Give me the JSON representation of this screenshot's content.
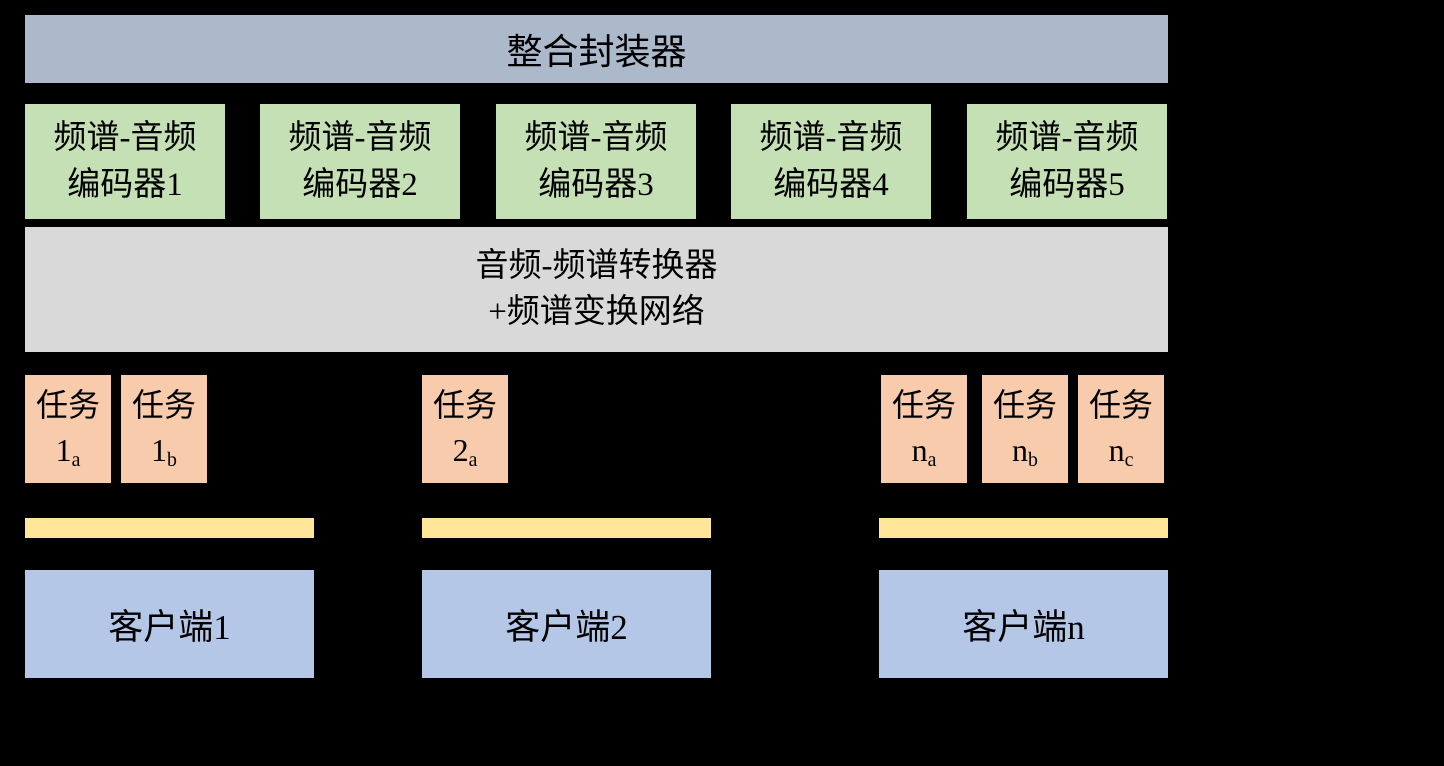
{
  "top_bar": {
    "label": "整合封装器"
  },
  "encoders": [
    {
      "line1": "频谱-音频",
      "line2": "编码器1"
    },
    {
      "line1": "频谱-音频",
      "line2": "编码器2"
    },
    {
      "line1": "频谱-音频",
      "line2": "编码器3"
    },
    {
      "line1": "频谱-音频",
      "line2": "编码器4"
    },
    {
      "line1": "频谱-音频",
      "line2": "编码器5"
    }
  ],
  "converter": {
    "line1": "音频-频谱转换器",
    "line2": "+频谱变换网络"
  },
  "tasks": [
    {
      "line1": "任务",
      "base": "1",
      "sub": "a"
    },
    {
      "line1": "任务",
      "base": "1",
      "sub": "b"
    },
    {
      "line1": "任务",
      "base": "2",
      "sub": "a"
    },
    {
      "line1": "任务",
      "base": "n",
      "sub": "a"
    },
    {
      "line1": "任务",
      "base": "n",
      "sub": "b"
    },
    {
      "line1": "任务",
      "base": "n",
      "sub": "c"
    }
  ],
  "clients": [
    {
      "label": "客户端1"
    },
    {
      "label": "客户端2"
    },
    {
      "label": "客户端n"
    }
  ],
  "colors": {
    "background": "#000000",
    "top_bar": "#ACB9CA",
    "encoder": "#C5E0B4",
    "converter": "#D9D9D9",
    "task": "#F8CBAD",
    "connector": "#FFE699",
    "client": "#B4C7E7",
    "text": "#000000"
  }
}
